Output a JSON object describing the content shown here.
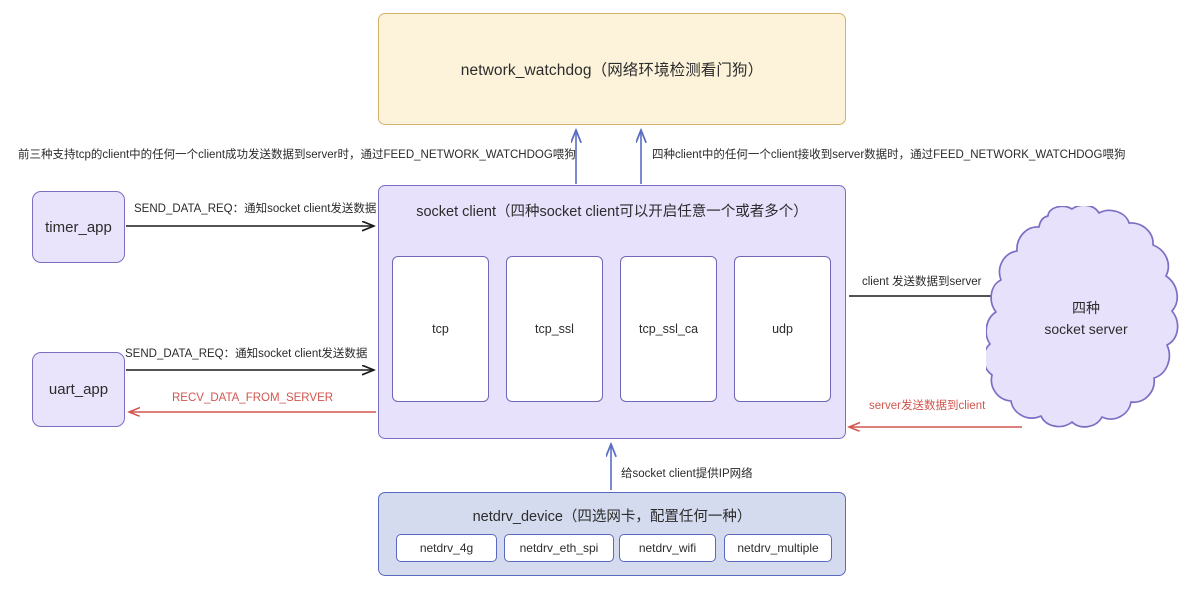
{
  "diagram": {
    "title": "socket client architecture diagram",
    "colors": {
      "watchdog_fill": "#fcf3da",
      "watchdog_border": "#d3b16a",
      "socket_fill": "#e7e1fb",
      "socket_border": "#7b6fc4",
      "netdrv_fill": "#d5dbef",
      "netdrv_border": "#5a6ac0",
      "cloud_fill": "#e7e1fb",
      "cloud_border": "#7b6fc4",
      "arrow_black": "#1a1a1a",
      "arrow_red": "#d2554e",
      "arrow_blue": "#5b6ec4",
      "text": "#2b2b2b"
    }
  },
  "watchdog": {
    "label": "network_watchdog（网络环境检测看门狗）"
  },
  "socket_client": {
    "title": "socket client（四种socket client可以开启任意一个或者多个）",
    "protocols": [
      {
        "label": "tcp"
      },
      {
        "label": "tcp_ssl"
      },
      {
        "label": "tcp_ssl_ca"
      },
      {
        "label": "udp"
      }
    ]
  },
  "netdrv_device": {
    "title": "netdrv_device（四选网卡，配置任何一种）",
    "drivers": [
      {
        "label": "netdrv_4g"
      },
      {
        "label": "netdrv_eth_spi"
      },
      {
        "label": "netdrv_wifi"
      },
      {
        "label": "netdrv_multiple"
      }
    ]
  },
  "apps": [
    {
      "label": "timer_app"
    },
    {
      "label": "uart_app"
    }
  ],
  "cloud": {
    "line1": "四种",
    "line2": "socket server"
  },
  "annotations": {
    "watchdog_feed_send": "前三种支持tcp的client中的任何一个client成功发送数据到server时，通过FEED_NETWORK_WATCHDOG喂狗",
    "watchdog_feed_recv": "四种client中的任何一个client接收到server数据时，通过FEED_NETWORK_WATCHDOG喂狗",
    "timer_send_data_req": "SEND_DATA_REQ：通知socket client发送数据",
    "uart_send_data_req": "SEND_DATA_REQ：通知socket client发送数据",
    "uart_recv_from_server": "RECV_DATA_FROM_SERVER",
    "client_send_to_server": "client 发送数据到server",
    "server_send_to_client": "server发送数据到client",
    "netdrv_provides_ip": "给socket client提供IP网络"
  }
}
